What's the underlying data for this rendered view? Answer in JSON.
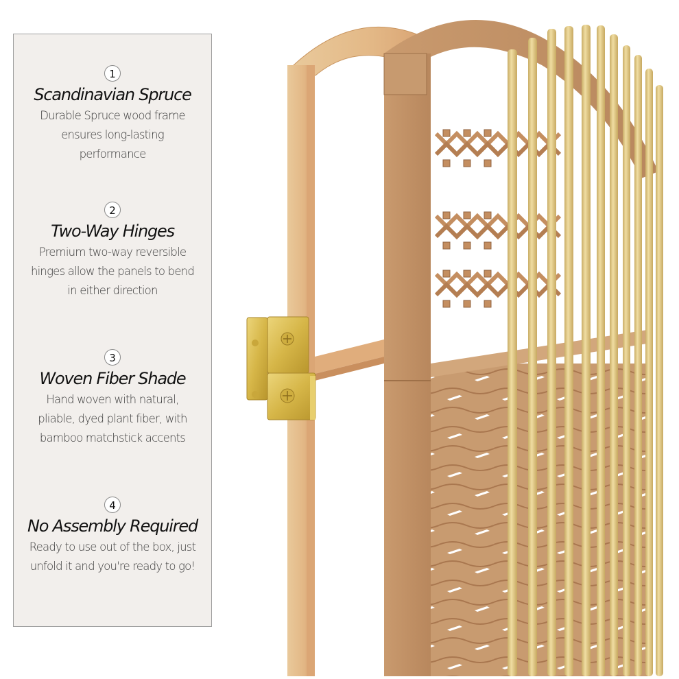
{
  "panel": {
    "background": "#f2efec",
    "border": "#9e9e9e"
  },
  "features": [
    {
      "number": "1",
      "title": "Scandinavian Spruce",
      "description": "Durable Spruce wood frame ensures long-lasting performance"
    },
    {
      "number": "2",
      "title": "Two-Way Hinges",
      "description": "Premium two-way reversible hinges allow the panels to bend in either direction"
    },
    {
      "number": "3",
      "title": "Woven Fiber Shade",
      "description": "Hand woven with natural, pliable, dyed plant fiber, with bamboo matchstick accents"
    },
    {
      "number": "4",
      "title": "No Assembly Required",
      "description": "Ready to use out of the box, just unfold it and you're ready to go!"
    }
  ],
  "product_image": {
    "subject": "arched-woven-room-divider-with-brass-hinge",
    "colors": {
      "spruce_frame": "#e7c08e",
      "woven_fiber": "#c89b70",
      "bamboo_sticks": "#e3cc8a",
      "brass_hinge": "#d8b84a"
    }
  }
}
